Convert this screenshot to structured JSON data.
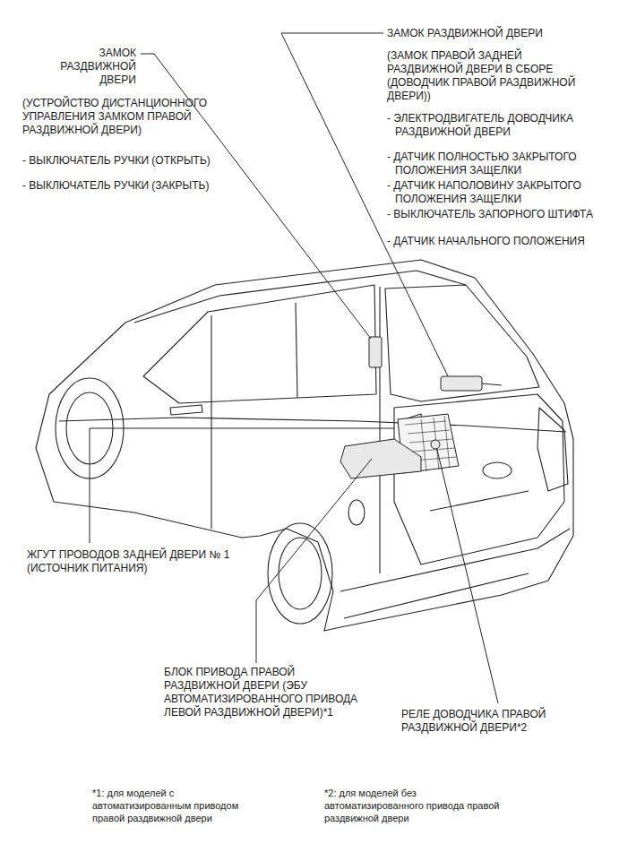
{
  "diagram": {
    "labels": [
      "ЗАМОК РАЗДВИЖНОЙ ДВЕРИ",
      "(УСТРОЙСТВО ДИСТАНЦИОННОГО УПРАВЛЕНИЯ ЗАМКОМ ПРАВОЙ РАЗДВИЖНОЙ ДВЕРИ)",
      "- ВЫКЛЮЧАТЕЛЬ РУЧКИ (ОТКРЫТЬ)",
      "- ВЫКЛЮЧАТЕЛЬ РУЧКИ (ЗАКРЫТЬ)",
      "ЗАМОК РАЗДВИЖНОЙ ДВЕРИ",
      "(ЗАМОК ПРАВОЙ ЗАДНЕЙ РАЗДВИЖНОЙ ДВЕРИ В СБОРЕ (ДОВОДЧИК ПРАВОЙ РАЗДВИЖНОЙ ДВЕРИ))",
      "- ЭЛЕКТРОДВИГАТЕЛЬ ДОВОДЧИКА РАЗДВИЖНОЙ ДВЕРИ",
      "- ДАТЧИК ПОЛНОСТЬЮ ЗАКРЫТОГО ПОЛОЖЕНИЯ ЗАЩЕЛКИ",
      "- ДАТЧИК НАПОЛОВИНУ ЗАКРЫТОГО ПОЛОЖЕНИЯ ЗАЩЕЛКИ",
      "- ВЫКЛЮЧАТЕЛЬ ЗАПОРНОГО ШТИФТА",
      "- ДАТЧИК НАЧАЛЬНОГО ПОЛОЖЕНИЯ",
      "ЖГУТ ПРОВОДОВ ЗАДНЕЙ ДВЕРИ № 1 (ИСТОЧНИК ПИТАНИЯ)",
      "БЛОК ПРИВОДА ПРАВОЙ РАЗДВИЖНОЙ ДВЕРИ (ЭБУ АВТОМАТИЗИРОВАННОГО ПРИВОДА ЛЕВОЙ РАЗДВИЖНОЙ ДВЕРИ)*1",
      "РЕЛЕ ДОВОДЧИКА ПРАВОЙ РАЗДВИЖНОЙ ДВЕРИ*2",
      "*1: для моделей с автоматизированным приводом правой раздвижной двери",
      "*2: для моделей без автоматизированного привода правой раздвижной двери"
    ]
  }
}
